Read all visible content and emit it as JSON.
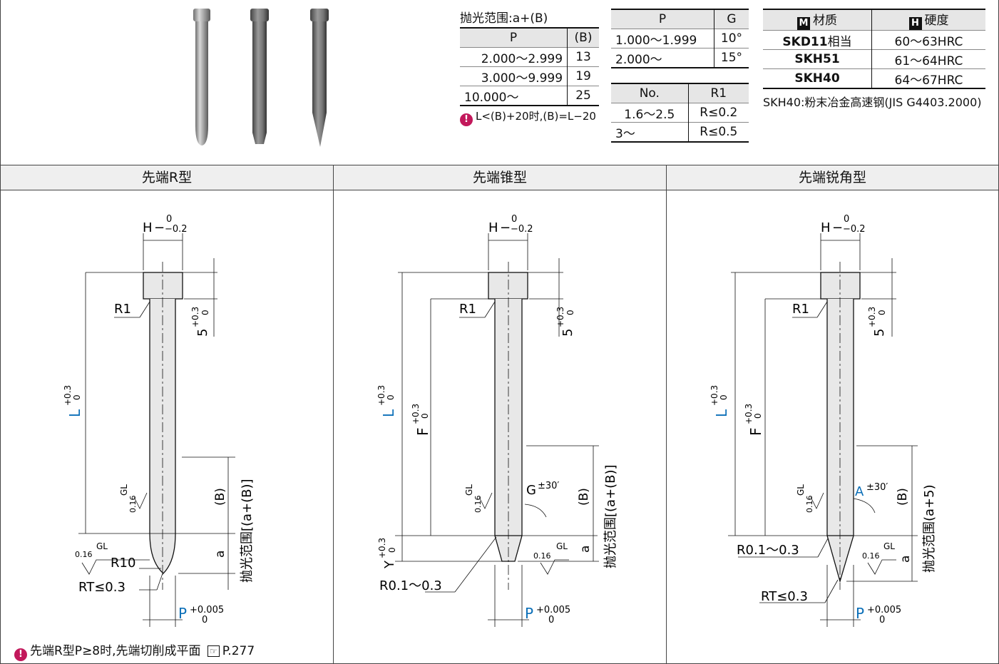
{
  "polish_table": {
    "caption": "抛光范围:a+(B)",
    "headers": [
      "P",
      "(B)"
    ],
    "rows": [
      [
        "2.000～2.999",
        "13"
      ],
      [
        "3.000～9.999",
        "19"
      ],
      [
        "10.000～",
        "25"
      ]
    ],
    "note": "L<(B)+20时,(B)=L−20"
  },
  "g_table": {
    "headers": [
      "P",
      "G"
    ],
    "rows": [
      [
        "1.000～1.999",
        "10°"
      ],
      [
        "2.000～",
        "15°"
      ]
    ]
  },
  "r_table": {
    "headers": [
      "No.",
      "R1"
    ],
    "rows": [
      [
        "1.6～2.5",
        "R≤0.2"
      ],
      [
        "3～",
        "R≤0.5"
      ]
    ]
  },
  "material_table": {
    "headers": [
      "材质",
      "硬度"
    ],
    "header_badges": [
      "M",
      "H"
    ],
    "rows": [
      [
        "SKD11",
        "相当",
        "60～63HRC"
      ],
      [
        "SKH51",
        "",
        "61～64HRC"
      ],
      [
        "SKH40",
        "",
        "64～67HRC"
      ]
    ],
    "note": "SKH40:粉末冶金高速钢(JIS G4403.2000)"
  },
  "sections": [
    "先端R型",
    "先端锥型",
    "先端锐角型"
  ],
  "bottom_note": {
    "text": "先端R型P≥8时,先端切削成平面",
    "ref": "P.277"
  },
  "dims": {
    "H": "H",
    "H_tol_upper": "0",
    "H_tol_lower": "−0.2",
    "R1": "R1",
    "five": "5",
    "five_tol_upper": "+0.3",
    "five_tol_lower": "0",
    "L": "L",
    "F": "F",
    "Y": "Y",
    "tol_upper": "+0.3",
    "tol_lower": "0",
    "B": "(B)",
    "polish_aB": "抛光范围[(a+(B)]",
    "polish_a5": "抛光范围(a+5)",
    "a": "a",
    "GL": "GL",
    "GL_val": "0.16",
    "R10": "R10",
    "RT": "RT≤0.3",
    "R01": "R0.1～0.3",
    "P": "P",
    "P_tol_upper": "+0.005",
    "P_tol_lower": "0",
    "G": "G",
    "A": "A",
    "angle_tol": "±30′"
  },
  "colors": {
    "accent": "#0b6fb8",
    "warn": "#c2185b"
  }
}
